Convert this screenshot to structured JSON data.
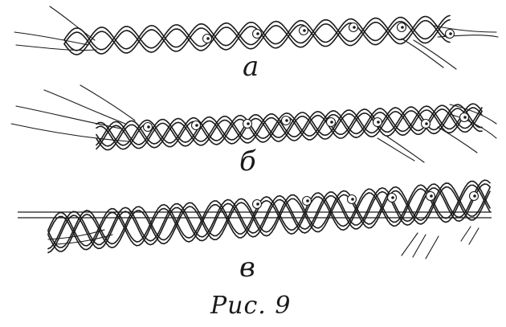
{
  "panels": [
    {
      "id": "a",
      "label": "а"
    },
    {
      "id": "b",
      "label": "б"
    },
    {
      "id": "v",
      "label": "в"
    }
  ],
  "caption": "Рис. 9"
}
